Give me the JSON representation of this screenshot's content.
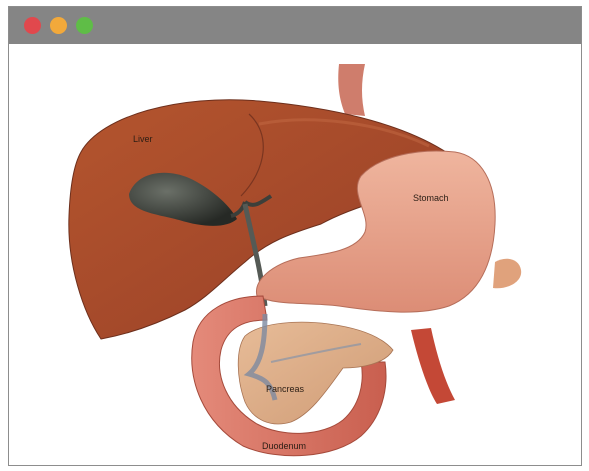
{
  "window": {
    "controls": [
      "close",
      "minimize",
      "maximize"
    ],
    "colors": {
      "close": "#e1484d",
      "minimize": "#f2a93b",
      "maximize": "#5fbd47",
      "titlebar": "#858585"
    }
  },
  "illustration": {
    "labels": {
      "liver": "Liver",
      "stomach": "Stomach",
      "pancreas": "Pancreas",
      "duodenum": "Duodenum"
    }
  }
}
